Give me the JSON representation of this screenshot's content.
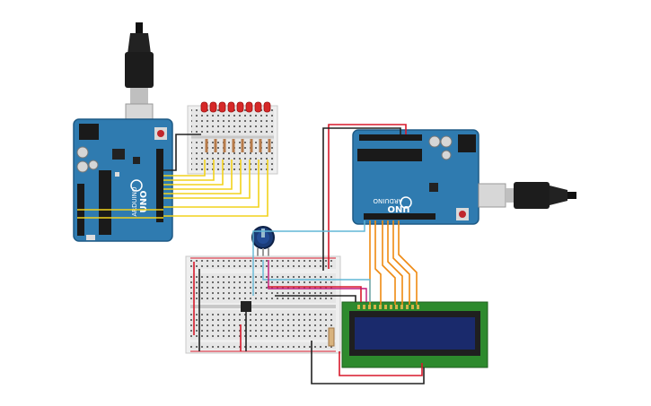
{
  "components": {
    "arduino_left": {
      "logo_text": "ARDUINO",
      "model_text": "UNO"
    },
    "arduino_right": {
      "logo_text": "ARDUINO",
      "model_text": "UNO"
    },
    "led_bar": {
      "led_count": 8,
      "led_color": "#d62828"
    },
    "lcd": {
      "screen_color": "#1a2a6c",
      "bezel_color": "#2d8a2d"
    }
  },
  "wire_colors": {
    "yellow": "#f2d21b",
    "orange": "#ee8a12",
    "red": "#d8192b",
    "black": "#222222",
    "blue": "#61b7d6",
    "magenta": "#c2187a"
  },
  "board_color": "#2f7bb0"
}
